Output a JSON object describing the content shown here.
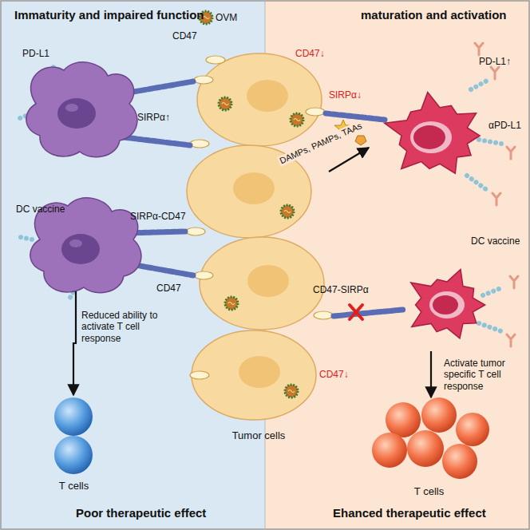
{
  "diagram": {
    "nodes": [
      {
        "text": [
          "Immaturity and impaired function",
          "Poor therapeutic effect"
        ]
      },
      {
        "text": [
          "maturation and activation",
          "Ehanced therapeutic effect"
        ]
      },
      {
        "text": [
          "DC vaccine"
        ],
        "in": 0
      },
      {
        "text": [
          "T cells"
        ],
        "in": 0
      },
      {
        "text": [
          "Tumor cells"
        ]
      },
      {
        "text": [
          "DC vaccine"
        ],
        "in": 1
      },
      {
        "text": [
          "T cells"
        ],
        "in": 1
      }
    ],
    "edges": [
      {
        "from": 2,
        "to": 3,
        "arrow": "to",
        "label": "Reduced ability to activate T cell response"
      },
      {
        "from": 4,
        "to": 5,
        "arrow": "to",
        "label": "DAMPs, PAMPs, TAAs"
      },
      {
        "from": 5,
        "to": 6,
        "arrow": "to",
        "label": "Activate tumor specific T cell response"
      }
    ],
    "labels": [
      "OVM",
      "PD-L1",
      "CD47",
      "CD47↓",
      "SIRPα↑",
      "SIRPα↓",
      "PD-L1↑",
      "αPD-L1",
      "SIRPα-CD47",
      "CD47",
      "CD47-SIRPα",
      "CD47↓"
    ]
  }
}
